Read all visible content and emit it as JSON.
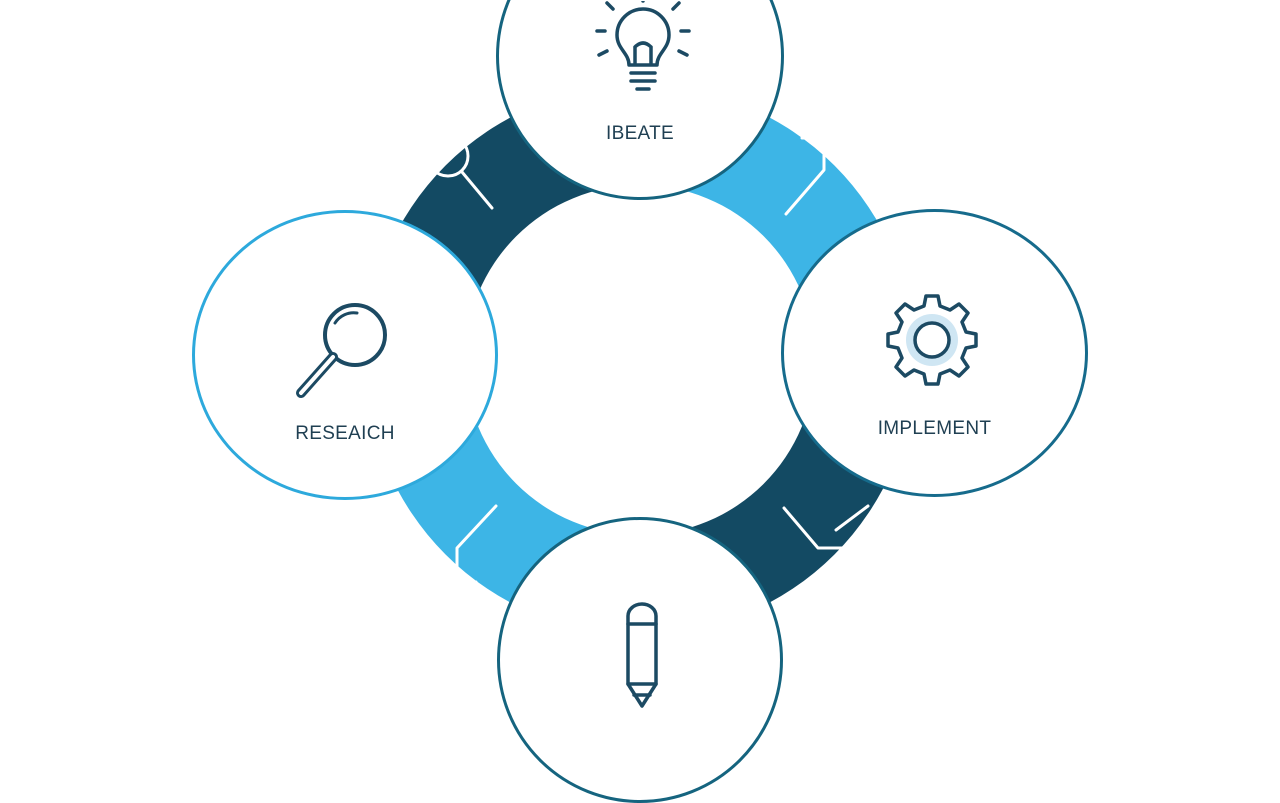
{
  "colors": {
    "dark_segment": "#134a63",
    "light_segment": "#3db5e6",
    "stroke_dark": "#1c4a63",
    "stroke_light": "#2da9dc"
  },
  "stages": [
    {
      "id": "ideate",
      "label": "IBEATE",
      "icon": "lightbulb-icon"
    },
    {
      "id": "implement",
      "label": "IMPLEMENT",
      "icon": "gear-icon"
    },
    {
      "id": "design",
      "label": "",
      "icon": "pencil-icon"
    },
    {
      "id": "research",
      "label": "RESEAICH",
      "icon": "magnifier-icon"
    }
  ],
  "ring_segments": [
    {
      "position": "top-left",
      "color": "dark",
      "icon": "magnifier-outline-icon"
    },
    {
      "position": "top-right",
      "color": "light",
      "icon": "arrow-bracket-icon"
    },
    {
      "position": "bottom-right",
      "color": "dark",
      "icon": "arrow-bracket-icon"
    },
    {
      "position": "bottom-left",
      "color": "light",
      "icon": "arrow-bracket-icon"
    }
  ]
}
